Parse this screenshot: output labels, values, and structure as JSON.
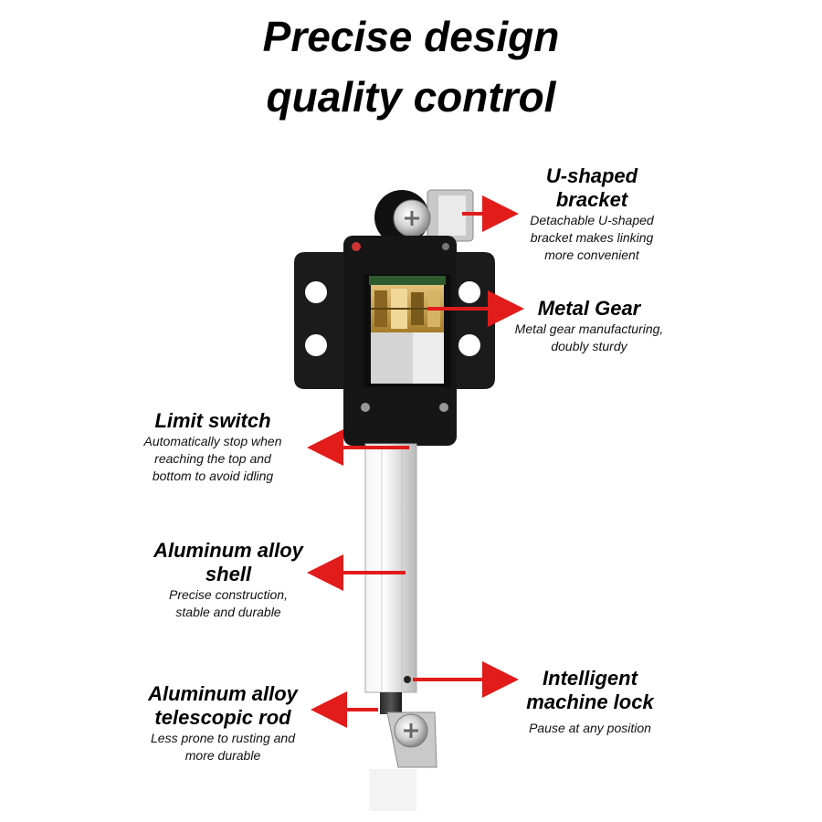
{
  "headline": {
    "line1": "Precise design",
    "line2": "quality control"
  },
  "callouts": {
    "u_bracket": {
      "title_l1": "U-shaped",
      "title_l2": "bracket",
      "desc_l1": "Detachable U-shaped",
      "desc_l2": "bracket makes linking",
      "desc_l3": "more convenient"
    },
    "metal_gear": {
      "title": "Metal Gear",
      "desc_l1": "Metal gear manufacturing,",
      "desc_l2": "doubly sturdy"
    },
    "limit_switch": {
      "title": "Limit switch",
      "desc_l1": "Automatically stop when",
      "desc_l2": "reaching the top and",
      "desc_l3": "bottom to avoid idling"
    },
    "shell": {
      "title_l1": "Aluminum alloy",
      "title_l2": "shell",
      "desc_l1": "Precise construction,",
      "desc_l2": "stable and durable"
    },
    "rod": {
      "title_l1": "Aluminum alloy",
      "title_l2": "telescopic rod",
      "desc_l1": "Less prone to rusting and",
      "desc_l2": "more durable"
    },
    "lock": {
      "title_l1": "Intelligent",
      "title_l2": "machine lock",
      "desc_l1": "Pause at any position"
    }
  },
  "colors": {
    "arrow": "#e21b1b",
    "housing": "#1a1a1a",
    "aluminum": "#e6e6e6",
    "gear": "#c9a24a"
  },
  "icons": [
    "arrow-right-icon",
    "arrow-left-icon",
    "screw-icon"
  ]
}
